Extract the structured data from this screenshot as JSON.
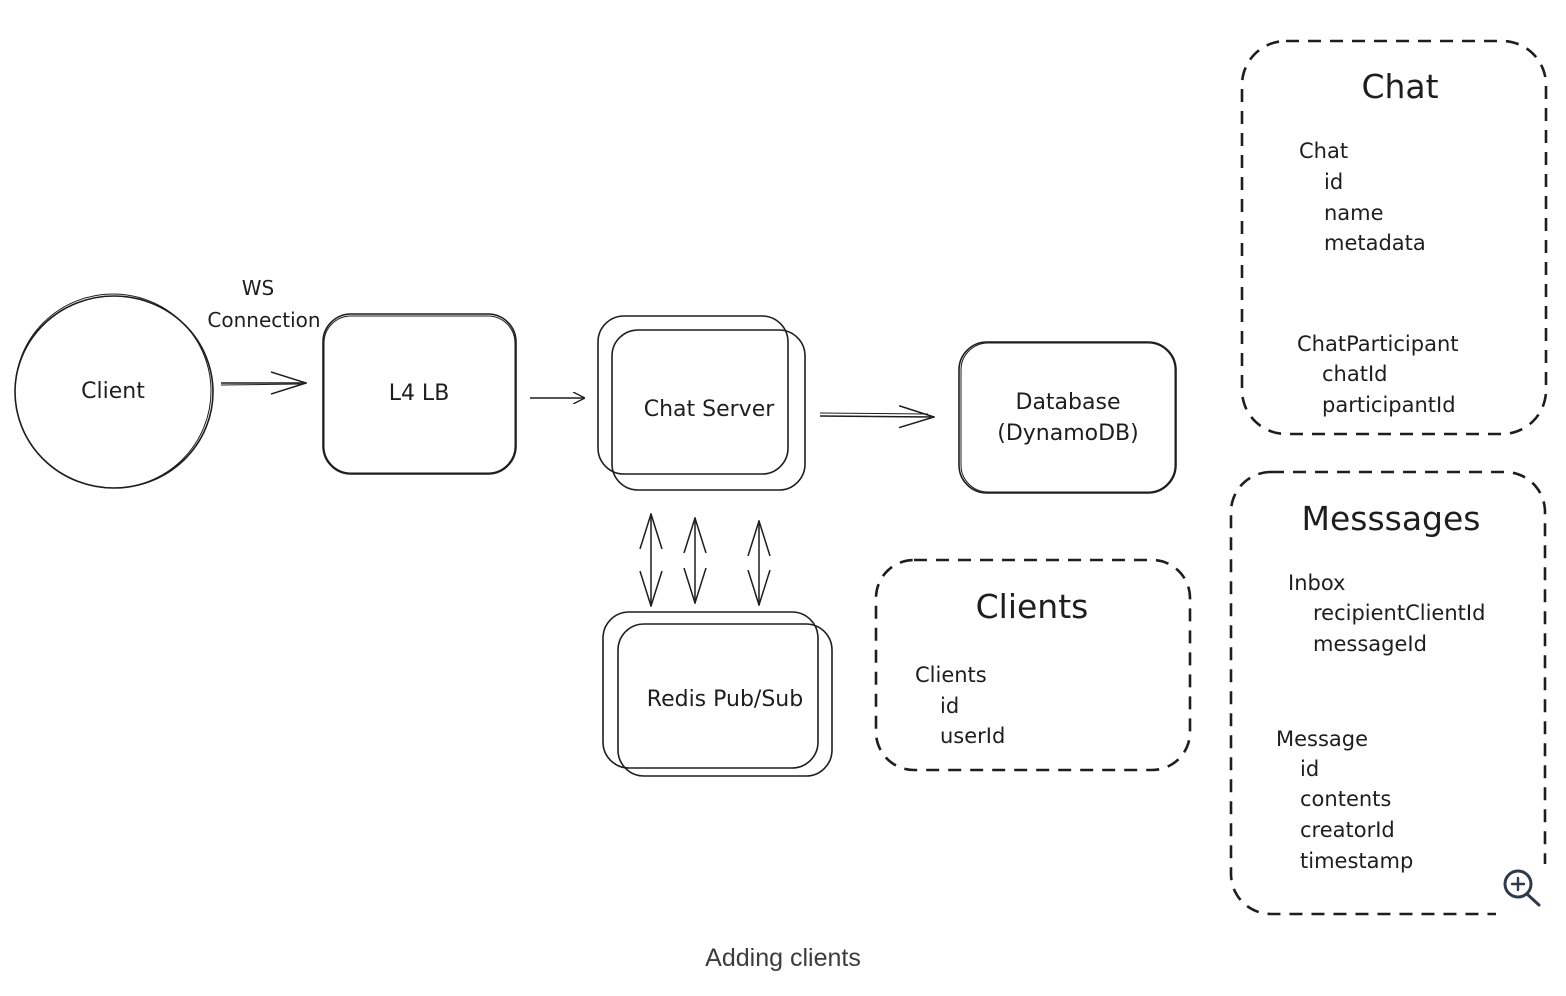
{
  "diagram": {
    "client": "Client",
    "ws_line1": "WS",
    "ws_line2": "Connection",
    "lb": "L4 LB",
    "chat_server": "Chat Server",
    "db_line1": "Database",
    "db_line2": "(DynamoDB)",
    "redis": "Redis Pub/Sub"
  },
  "clients_box": {
    "title": "Clients",
    "table": "Clients",
    "fields": [
      "id",
      "userId"
    ]
  },
  "chat_box": {
    "title": "Chat",
    "table1": "Chat",
    "table1_fields": [
      "id",
      "name",
      "metadata"
    ],
    "table2": "ChatParticipant",
    "table2_fields": [
      "chatId",
      "participantId"
    ]
  },
  "messages_box": {
    "title": "Messsages",
    "table1": "Inbox",
    "table1_fields": [
      "recipientClientId",
      "messageId"
    ],
    "table2": "Message",
    "table2_fields": [
      "id",
      "contents",
      "creatorId",
      "timestamp"
    ]
  },
  "caption": "Adding clients",
  "zoom_icon": "zoom-in-icon"
}
